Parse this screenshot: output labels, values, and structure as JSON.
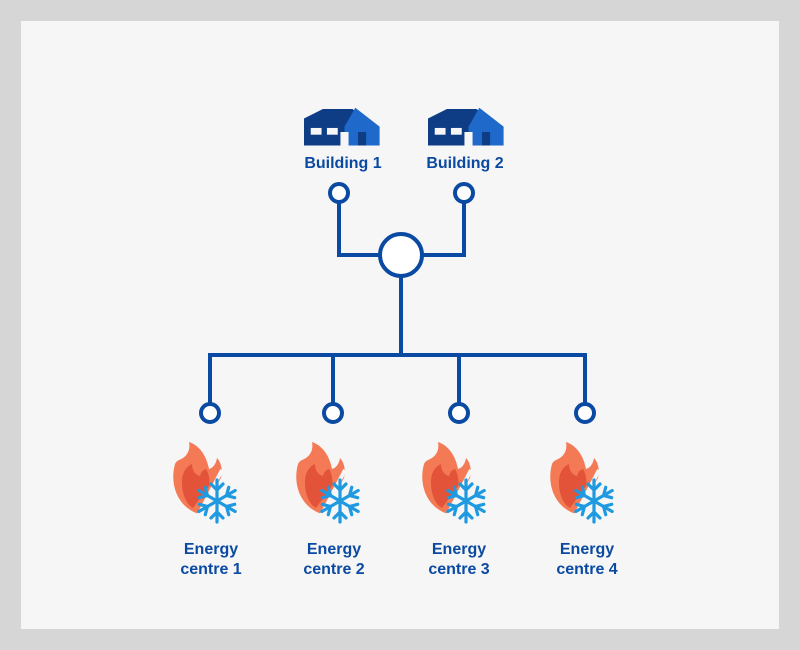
{
  "colors": {
    "line": "#0b4aa2",
    "building_dark": "#0e3d86",
    "building_light": "#1e69c9",
    "flame_outer": "#f47a55",
    "flame_inner": "#e2533a",
    "snow": "#1f9ae0"
  },
  "buildings": [
    {
      "label": "Building 1",
      "icon": "house-icon"
    },
    {
      "label": "Building 2",
      "icon": "house-icon"
    }
  ],
  "energy_centres": [
    {
      "label_line1": "Energy",
      "label_line2": "centre 1",
      "icon": "heat-cool-icon"
    },
    {
      "label_line1": "Energy",
      "label_line2": "centre 2",
      "icon": "heat-cool-icon"
    },
    {
      "label_line1": "Energy",
      "label_line2": "centre 3",
      "icon": "heat-cool-icon"
    },
    {
      "label_line1": "Energy",
      "label_line2": "centre 4",
      "icon": "heat-cool-icon"
    }
  ]
}
